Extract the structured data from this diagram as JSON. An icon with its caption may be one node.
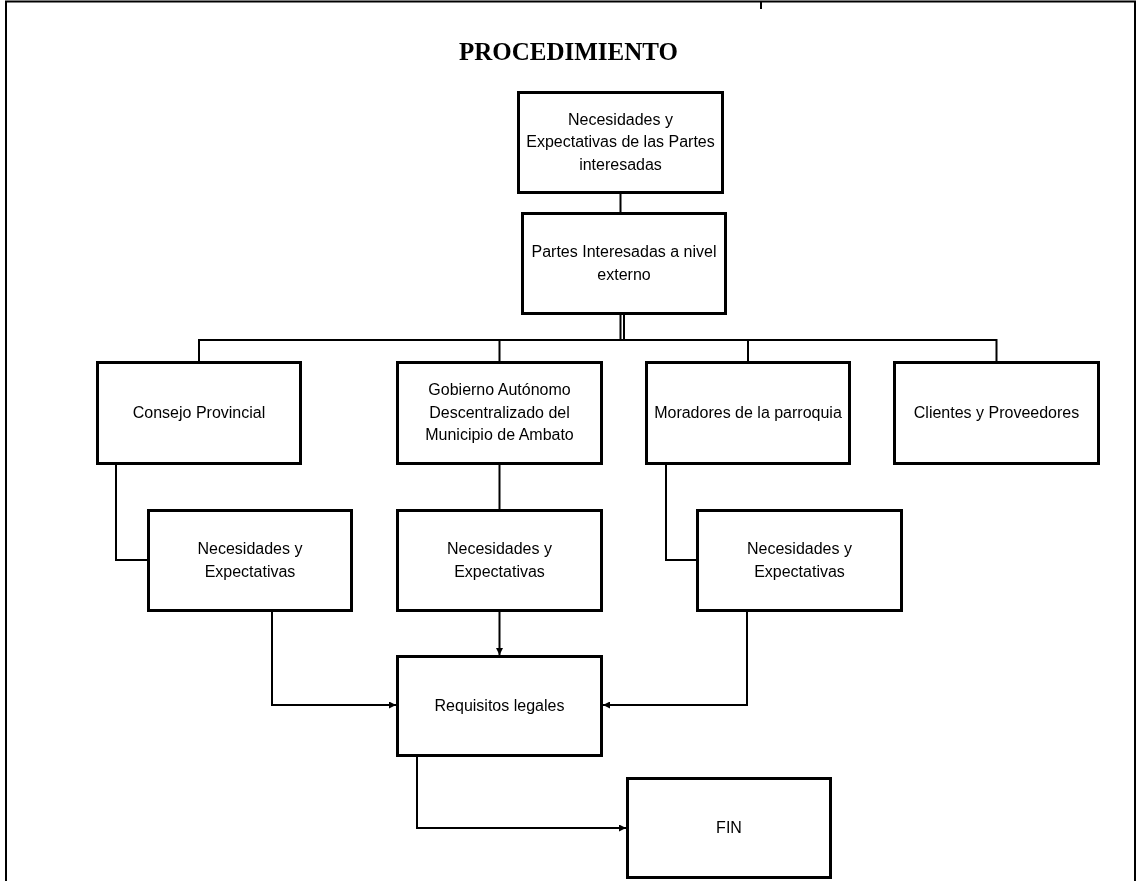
{
  "diagram": {
    "title": "PROCEDIMIENTO",
    "nodes": [
      {
        "text": [
          "Necesidades y Expectativas de las Partes interesadas"
        ]
      },
      {
        "text": [
          "Partes Interesadas a nivel externo"
        ]
      },
      {
        "text": [
          "Consejo Provincial"
        ]
      },
      {
        "text": [
          "Gobierno Autónomo Descentralizado del Municipio de Ambato"
        ]
      },
      {
        "text": [
          "Moradores de la parroquia"
        ]
      },
      {
        "text": [
          "Clientes y Proveedores"
        ]
      },
      {
        "text": [
          "Necesidades y Expectativas"
        ]
      },
      {
        "text": [
          "Necesidades y Expectativas"
        ]
      },
      {
        "text": [
          "Necesidades y Expectativas"
        ]
      },
      {
        "text": [
          "Requisitos legales"
        ]
      },
      {
        "text": [
          "FIN"
        ]
      }
    ],
    "edges": [
      {
        "from": 0,
        "to": 1,
        "arrow": "none"
      },
      {
        "from": 1,
        "to": 2,
        "arrow": "none"
      },
      {
        "from": 1,
        "to": 3,
        "arrow": "none"
      },
      {
        "from": 1,
        "to": 4,
        "arrow": "none"
      },
      {
        "from": 1,
        "to": 5,
        "arrow": "none"
      },
      {
        "from": 2,
        "to": 6,
        "arrow": "none"
      },
      {
        "from": 3,
        "to": 7,
        "arrow": "none"
      },
      {
        "from": 4,
        "to": 8,
        "arrow": "none"
      },
      {
        "from": 6,
        "to": 9,
        "arrow": "to"
      },
      {
        "from": 7,
        "to": 9,
        "arrow": "to"
      },
      {
        "from": 8,
        "to": 9,
        "arrow": "to"
      },
      {
        "from": 9,
        "to": 10,
        "arrow": "to"
      }
    ]
  }
}
